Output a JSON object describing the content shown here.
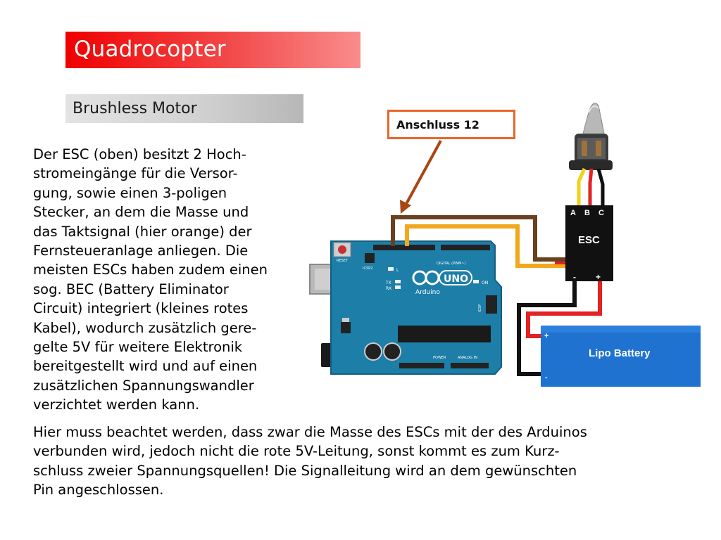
{
  "slide": {
    "title": "Quadrocopter",
    "subtitle": "Brushless Motor"
  },
  "body_lines": [
    "Der ESC (oben) besitzt 2 Hoch-",
    "stromeingänge für die Versor-",
    "gung, sowie einen 3-poligen",
    "Stecker, an dem die Masse und",
    "das Taktsignal (hier orange) der",
    "Fernsteueranlage anliegen. Die",
    "meisten ESCs haben zudem einen",
    "sog. BEC (Battery Eliminator",
    "Circuit) integriert (kleines rotes",
    "Kabel), wodurch zusätzlich gere-",
    "gelte 5V für weitere Elektronik",
    "bereitgestellt wird und auf einen",
    "zusätzlichen Spannungswandler",
    "verzichtet werden kann."
  ],
  "bottom_lines": [
    "Hier muss beachtet werden, dass zwar die Masse des ESCs mit der des Arduinos",
    "verbunden wird, jedoch nicht die rote 5V-Leitung, sonst kommt es zum Kurz-",
    "schluss zweier Spannungsquellen! Die Signalleitung wird an dem gewünschten",
    "Pin angeschlossen."
  ],
  "callout": {
    "label": "Anschluss 12",
    "color": "#e8662a"
  },
  "esc": {
    "label": "ESC",
    "pins": [
      "A",
      "B",
      "C"
    ],
    "minus": "-",
    "plus": "+"
  },
  "battery": {
    "label": "Lipo Battery",
    "plus": "+",
    "minus": "-",
    "color": "#1f72d0"
  },
  "arduino": {
    "brand": "Arduino",
    "model": "UNO",
    "reset": "RESET",
    "icsp2": "ICSP2",
    "icsp": "ICSP",
    "digital": "DIGITAL (PWM~)",
    "on": "ON",
    "l": "L",
    "tx": "TX",
    "rx": "RX",
    "power": "POWER",
    "analog_in": "ANALOG IN",
    "board_color": "#1d7ea8"
  },
  "wires": {
    "signal": "#f2a81c",
    "ground": "#6b4020",
    "power": "#e32222",
    "black": "#111111"
  }
}
